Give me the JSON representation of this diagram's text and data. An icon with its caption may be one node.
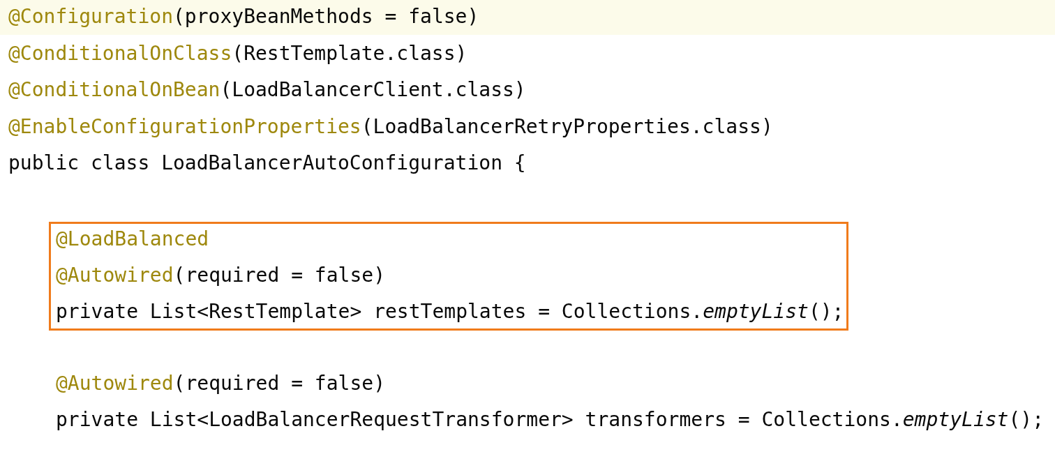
{
  "diagram": {
    "nodes": [
      {
        "text": [
          "@LoadBalanced",
          "@Autowired(required = false)",
          "private List<RestTemplate> restTemplates = Collections.*emptyList*();"
        ]
      }
    ],
    "labels": [
      "@Configuration(proxyBeanMethods = false)",
      "@ConditionalOnClass(RestTemplate.class)",
      "@ConditionalOnBean(LoadBalancerClient.class)",
      "@EnableConfigurationProperties(LoadBalancerRetryProperties.class)",
      "public class LoadBalancerAutoConfiguration {",
      "@Autowired(required = false)",
      "private List<LoadBalancerRequestTransformer> transformers = Collections.*emptyList*();"
    ]
  }
}
